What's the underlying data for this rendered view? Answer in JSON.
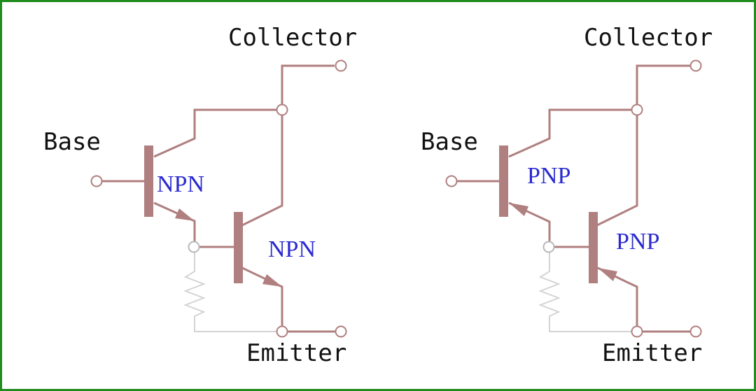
{
  "colors": {
    "frame": "#1e8c1e",
    "wire": "#b07f7f",
    "transistor_label": "#2a2ad0",
    "terminal_label": "#111111",
    "resistor": "#d4d4d4"
  },
  "npn_darlington": {
    "collector_label": "Collector",
    "base_label": "Base",
    "emitter_label": "Emitter",
    "q1_label": "NPN",
    "q2_label": "NPN"
  },
  "pnp_darlington": {
    "collector_label": "Collector",
    "base_label": "Base",
    "emitter_label": "Emitter",
    "q1_label": "PNP",
    "q2_label": "PNP"
  }
}
